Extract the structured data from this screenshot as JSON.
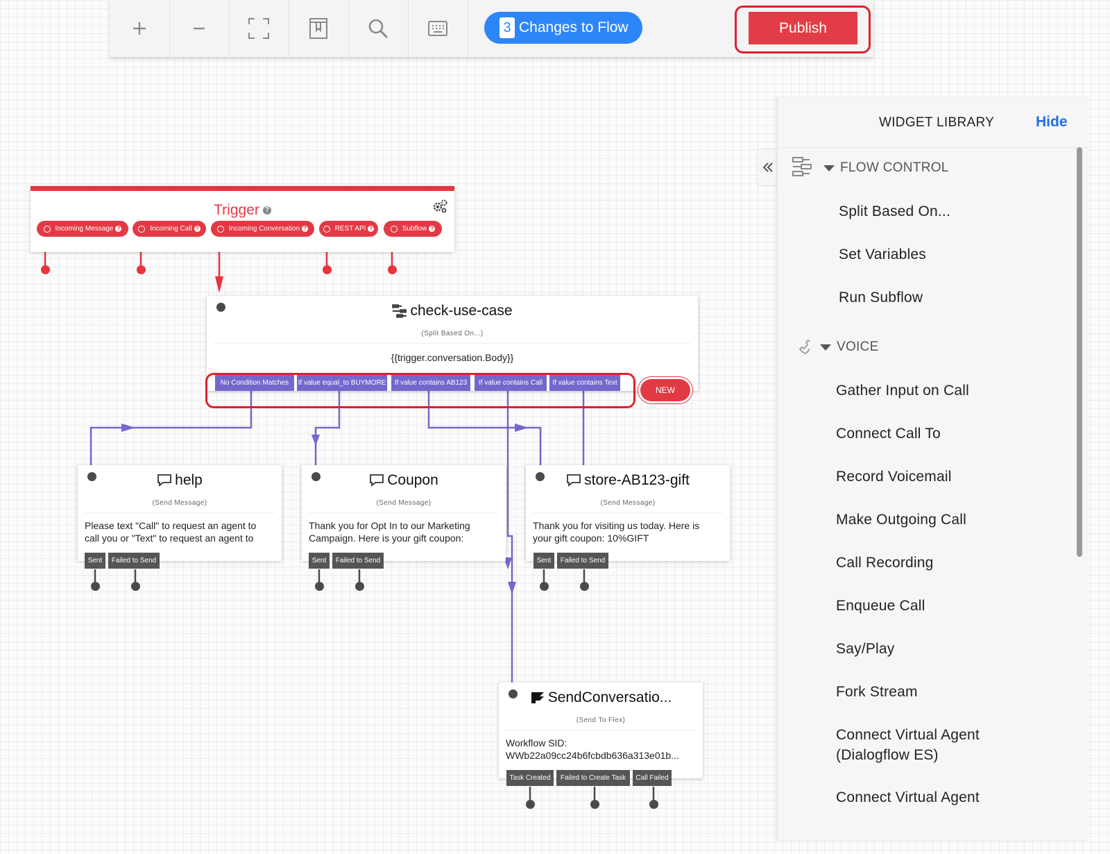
{
  "toolbar": {
    "changes_count": "3",
    "changes_label": "Changes to Flow",
    "publish_label": "Publish"
  },
  "library": {
    "title": "WIDGET LIBRARY",
    "hide_label": "Hide",
    "sections": [
      {
        "name": "FLOW CONTROL",
        "items": [
          "Split Based On...",
          "Set Variables",
          "Run Subflow"
        ]
      },
      {
        "name": "VOICE",
        "items": [
          "Gather Input on Call",
          "Connect Call To",
          "Record Voicemail",
          "Make Outgoing Call",
          "Call Recording",
          "Enqueue Call",
          "Say/Play",
          "Fork Stream",
          "Connect Virtual Agent",
          "(Dialogflow ES)",
          "Connect Virtual Agent"
        ]
      }
    ]
  },
  "trigger": {
    "title": "Trigger",
    "pills": [
      "Incoming Message",
      "Incoming Call",
      "Incoming Conversation",
      "REST API",
      "Subflow"
    ]
  },
  "split": {
    "title": "check-use-case",
    "subtitle": "(Split Based On...)",
    "body": "{{trigger.conversation.Body}}",
    "transitions": [
      "No Condition Matches",
      "If value equal_to BUYMORE",
      "If value contains AB123",
      "If value contains Call",
      "If value contains Text"
    ],
    "new_label": "NEW"
  },
  "help": {
    "title": "help",
    "subtitle": "(Send Message)",
    "line1": "Please text \"Call\" to request an agent to",
    "line2": "call you or \"Text\" to request an agent to",
    "transitions": [
      "Sent",
      "Failed to Send"
    ]
  },
  "coupon": {
    "title": "Coupon",
    "subtitle": "(Send Message)",
    "line1": "Thank you for Opt In to our Marketing",
    "line2": "Campaign. Here is your gift coupon:",
    "transitions": [
      "Sent",
      "Failed to Send"
    ]
  },
  "store": {
    "title": "store-AB123-gift",
    "subtitle": "(Send Message)",
    "line1": "Thank you for visiting us today. Here is",
    "line2": "your gift coupon: 10%GIFT",
    "transitions": [
      "Sent",
      "Failed to Send"
    ]
  },
  "flex": {
    "title": "SendConversatio...",
    "subtitle": "(Send To Flex)",
    "line1": "Workflow SID:",
    "line2": "WWb22a09cc24b6fcbdb636a313e01b...",
    "transitions": [
      "Task Created",
      "Failed to Create Task",
      "Call Failed"
    ]
  },
  "colors": {
    "publish": "#e23d46",
    "changes": "#2d86f7",
    "trigger": "#e23a44",
    "transition": "#7467cc",
    "highlight": "#e0202c"
  }
}
